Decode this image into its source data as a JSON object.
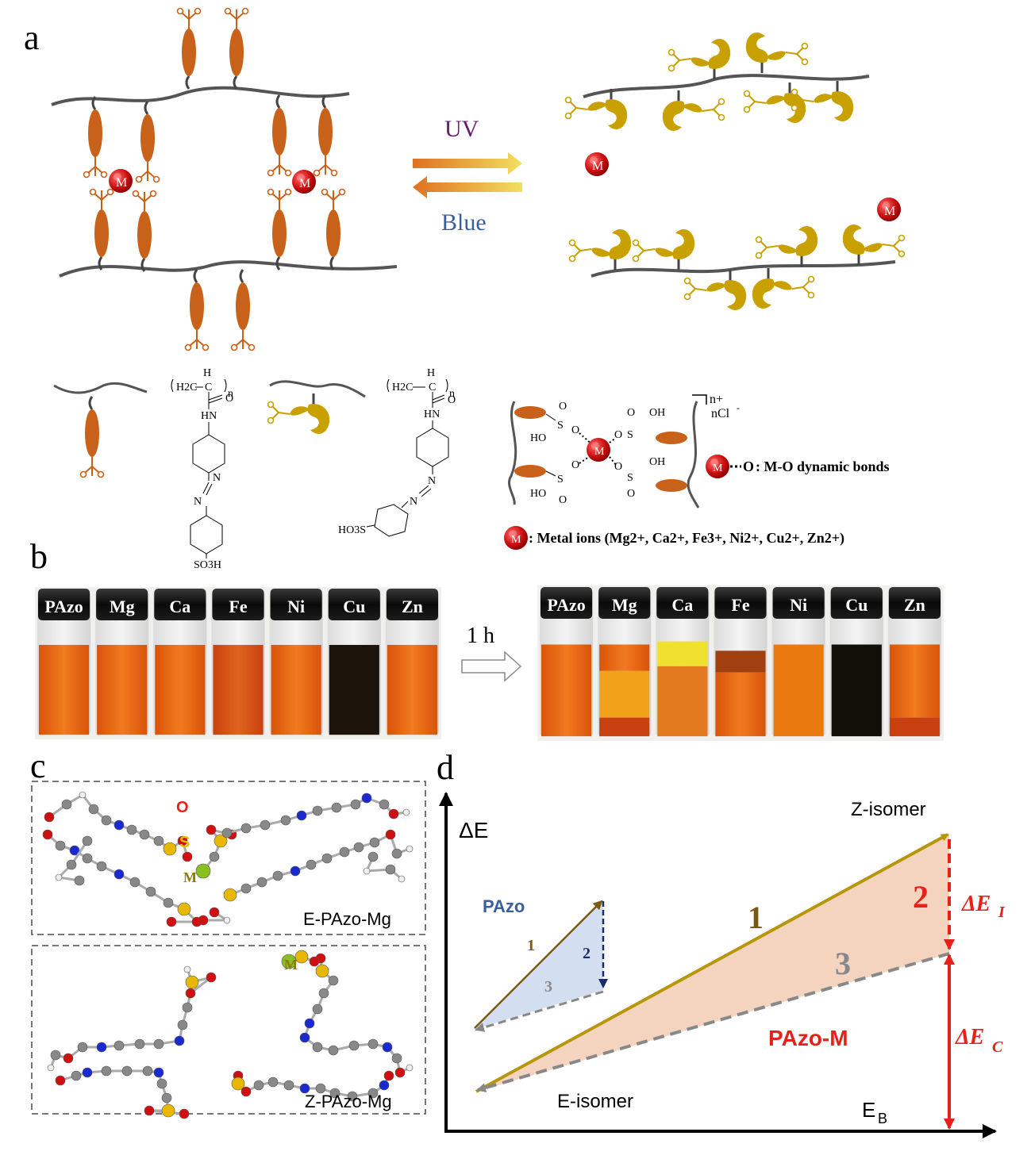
{
  "panels": {
    "a": "a",
    "b": "b",
    "c": "c",
    "d": "d"
  },
  "panel_a": {
    "uv_label": "UV",
    "blue_label": "Blue",
    "metal_symbol": "M",
    "chem_e": {
      "ch2": "H2C",
      "ch": "H",
      "c": "C",
      "n": "n",
      "o": "O",
      "hn": "HN",
      "n1": "N",
      "n2": "N",
      "so3h": "SO3H"
    },
    "chem_z": {
      "ch2": "H2C",
      "ch": "H",
      "c": "C",
      "n": "n",
      "o": "O",
      "hn": "HN",
      "n1": "N",
      "n2": "N",
      "hso3": "HO3S"
    },
    "complex": {
      "charge": "n+",
      "counter_ion": "nCl",
      "counter_sup": "-",
      "ho": "HO",
      "oh": "OH",
      "s": "S",
      "o": "O"
    },
    "legend_bond": ": M-O dynamic bonds",
    "legend_bond_o": "O",
    "legend_metal": ": Metal ions (Mg",
    "legend_metal_full": ": Metal ions (Mg2+, Ca2+, Fe3+, Ni2+, Cu2+, Zn2+)"
  },
  "panel_b": {
    "vials_before": [
      "PAzo",
      "Mg",
      "Ca",
      "Fe",
      "Ni",
      "Cu",
      "Zn"
    ],
    "vials_after": [
      "PAzo",
      "Mg",
      "Ca",
      "Fe",
      "Ni",
      "Cu",
      "Zn"
    ],
    "time_label": "1 h"
  },
  "panel_c": {
    "e_label": "E-PAzo-Mg",
    "z_label": "Z-PAzo-Mg",
    "o_label": "O",
    "s_label": "S",
    "m_label_e": "M",
    "m_label_z": "M"
  },
  "panel_d": {
    "y_axis": "ΔE",
    "x_axis": "E",
    "x_axis_sub": "B",
    "z_isomer": "Z-isomer",
    "e_isomer": "E-isomer",
    "pazo": "PAzo",
    "pazo_m": "PAzo-M",
    "small_1": "1",
    "small_2": "2",
    "small_3": "3",
    "big_1": "1",
    "big_2": "2",
    "big_3": "3",
    "delta_ei": "ΔE",
    "delta_ei_sub": "I",
    "delta_ec": "ΔE",
    "delta_ec_sub": "C"
  },
  "colors": {
    "e_azo": "#c8621a",
    "z_azo": "#c8a000",
    "metal": "#cc1111",
    "arrow_gold": "#b8960a",
    "red": "#e8201a",
    "pazo_blue": "#3a5fa0",
    "pazo_m_fill": "#f4d3bf"
  }
}
